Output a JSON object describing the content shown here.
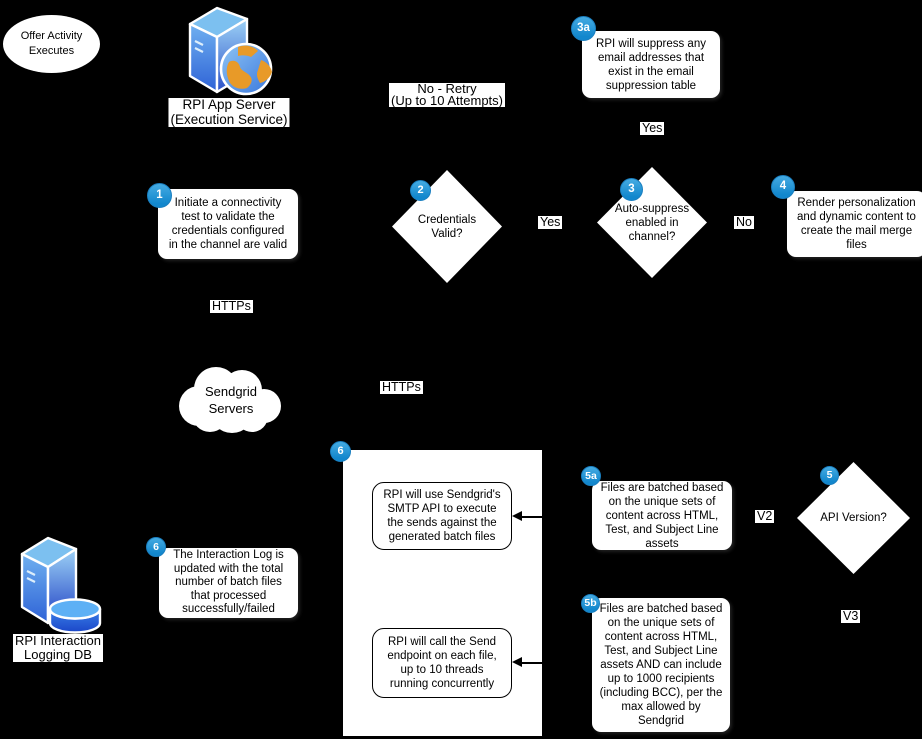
{
  "colors": {
    "background": "#000000",
    "shape_fill": "#ffffff",
    "badge_blue": "#1e96d9",
    "connector": "#000000",
    "server_icon_blue": "#2b50c8",
    "globe_orange": "#e89a28"
  },
  "nodes": {
    "offer_activity": {
      "label": "Offer Activity\nExecutes"
    },
    "app_server": {
      "label": "RPI App Server\n(Execution Service)",
      "icon": "server-globe-icon"
    },
    "step1": {
      "badge": "1",
      "text": "Initiate a connectivity\ntest to validate the\ncredentials configured\nin the channel are valid"
    },
    "step2": {
      "badge": "2",
      "text": "Credentials\nValid?"
    },
    "step3": {
      "badge": "3",
      "text": "Auto-suppress\nenabled in\nchannel?"
    },
    "step3a": {
      "badge": "3a",
      "text": "RPI will suppress any\nemail addresses that\nexist in the email\nsuppression table"
    },
    "step4": {
      "badge": "4",
      "text": "Render personalization\nand dynamic content to\ncreate the mail merge\nfiles"
    },
    "step5": {
      "badge": "5",
      "text": "API Version?"
    },
    "step5a": {
      "badge": "5a",
      "text": "Files are batched based\non the unique sets of\ncontent across HTML,\nTest, and Subject Line\nassets"
    },
    "step5b": {
      "badge": "5b",
      "text": "Files are batched based\non the unique sets of\ncontent across HTML,\nTest, and Subject Line\nassets AND can include\nup to 1000 recipients\n(including BCC), per the\nmax allowed by\nSendgrid"
    },
    "container6": {
      "badge": "6"
    },
    "smtp_api": {
      "text": "RPI will use Sendgrid's\nSMTP API to execute\nthe sends against the\ngenerated batch files"
    },
    "send_endpoint": {
      "text": "RPI will call the Send\nendpoint on each file,\nup to 10 threads\nrunning concurrently"
    },
    "interaction_log": {
      "badge": "6",
      "text": "The Interaction Log is\nupdated with the total\nnumber of batch files\nthat processed\nsuccessfully/failed"
    },
    "sendgrid_cloud": {
      "label": "Sendgrid\nServers",
      "icon": "cloud-icon"
    },
    "logging_db": {
      "label": "RPI Interaction\nLogging DB",
      "icon": "server-database-icon"
    }
  },
  "edge_labels": {
    "no_retry": "No - Retry\n(Up to 10 Attempts)",
    "yes_suppress": "Yes",
    "yes_credentials": "Yes",
    "no_autosuppress": "No",
    "https_top": "HTTPs",
    "https_right": "HTTPs",
    "v2": "V2",
    "v3": "V3"
  }
}
